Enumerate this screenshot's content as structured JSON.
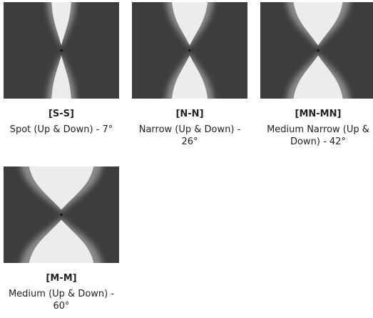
{
  "options": [
    {
      "code": "[S-S]",
      "description": "Spot (Up & Down) - 7°",
      "beam_angle_deg": 7,
      "icon": "beam-spread-spot-icon"
    },
    {
      "code": "[N-N]",
      "description": "Narrow (Up & Down) - 26°",
      "beam_angle_deg": 26,
      "icon": "beam-spread-narrow-icon"
    },
    {
      "code": "[MN-MN]",
      "description": "Medium Narrow (Up & Down) - 42°",
      "beam_angle_deg": 42,
      "icon": "beam-spread-medium-narrow-icon"
    },
    {
      "code": "[M-M]",
      "description": "Medium (Up & Down) - 60°",
      "beam_angle_deg": 60,
      "icon": "beam-spread-medium-icon"
    }
  ],
  "colors": {
    "thumb_background": "#3d3d3d",
    "beam_core": "#ececec",
    "beam_halo": "#8a8a8a",
    "source_dot": "#111111"
  }
}
